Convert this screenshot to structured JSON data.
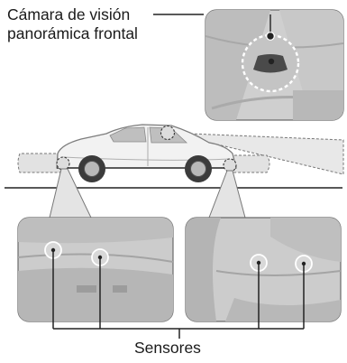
{
  "labels": {
    "camera_line1": "Cámara de visión",
    "camera_line2": "panorámica frontal",
    "sensors": "Sensores"
  }
}
